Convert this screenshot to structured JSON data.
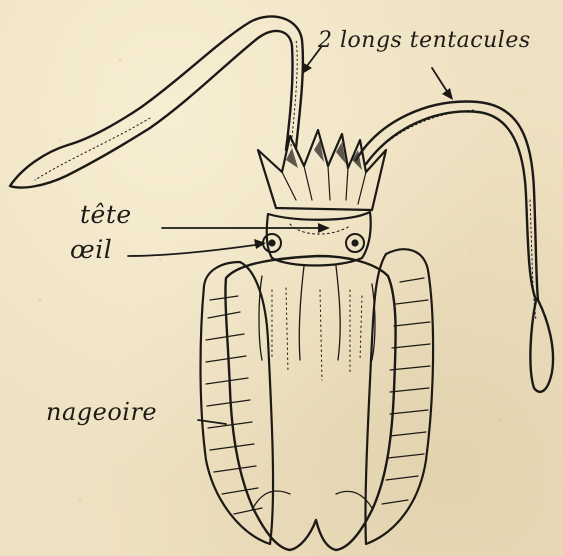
{
  "labels": {
    "tentacles": "2 longs tentacules",
    "head": "tête",
    "eye": "œil",
    "fin": "nageoire"
  },
  "colors": {
    "paper": "#eee1c1",
    "ink": "#1c1a17"
  }
}
